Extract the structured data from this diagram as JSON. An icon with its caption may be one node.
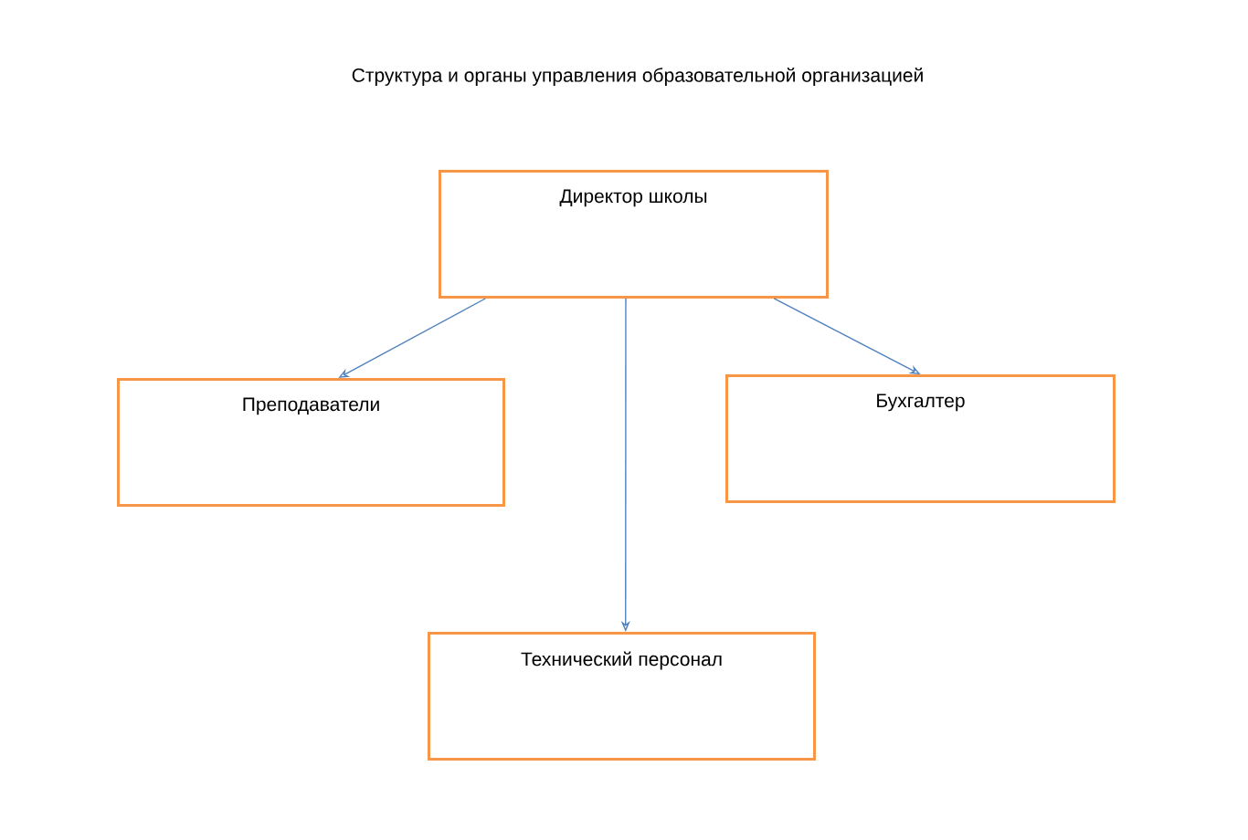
{
  "diagram": {
    "title": "Структура и органы управления образовательной организацией",
    "nodes": [
      {
        "text": [
          "Директор школы"
        ]
      },
      {
        "text": [
          "Преподаватели"
        ]
      },
      {
        "text": [
          "Бухгалтер"
        ]
      },
      {
        "text": [
          "Технический персонал"
        ]
      }
    ],
    "edges": [
      {
        "from": 0,
        "to": 1,
        "arrow": "to"
      },
      {
        "from": 0,
        "to": 3,
        "arrow": "to"
      },
      {
        "from": 0,
        "to": 2,
        "arrow": "to"
      }
    ]
  }
}
